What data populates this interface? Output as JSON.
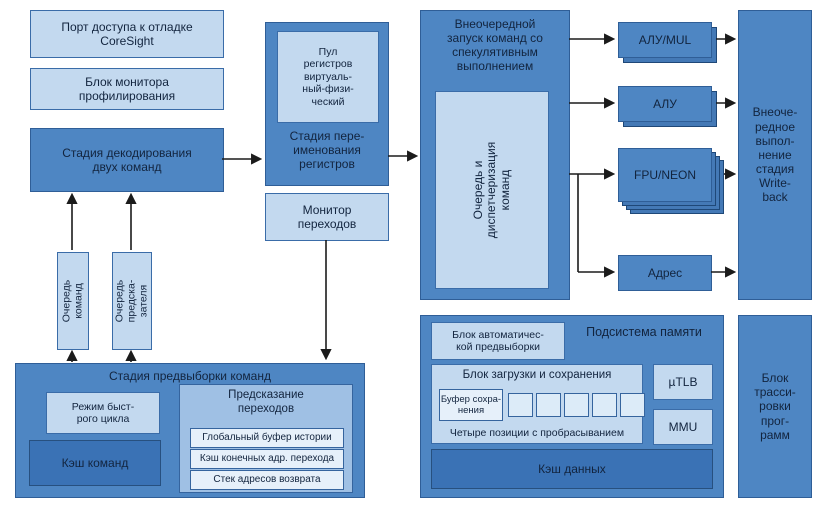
{
  "colors": {
    "box_blue": "#4e86c3",
    "box_light": "#c3d9ef",
    "box_dark": "#3a72b5",
    "panel_blue": "#9fc0e4",
    "row_light": "#e6f0fa",
    "text": "#12243e",
    "arrow": "#1b1b1b",
    "background": "#ffffff"
  },
  "diagram": {
    "debug_port": "Порт доступа к отладке\nCoreSight",
    "profiling_monitor": "Блок монитора\nпрофилирования",
    "decode_stage": "Стадия декодирования\nдвух команд",
    "instruction_queue": "Очередь\nкоманд",
    "predictor_queue": "Очередь\nпредска-\nзателя",
    "register_pool": "Пул\nрегистров\nвиртуаль-\nный-физи-\nческий",
    "rename_stage": "Стадия пере-\nименования\nрегистров",
    "branch_monitor": "Монитор\nпереходов",
    "ooo_issue_title": "Внеочередной\nзапуск команд со\nспекулятивным\nвыполнением",
    "dispatch_queue": "Очередь и\nдиспетчеризация\nкоманд",
    "alu_mul": "АЛУ/MUL",
    "alu": "АЛУ",
    "fpu_neon": "FPU/NEON",
    "address": "Адрес",
    "writeback": "Внеоче-\nредное\nвыпол-\nнение\nстадия\nWrite-\nback",
    "prefetch_title": "Стадия предвыборки команд",
    "fast_loop_mode": "Режим быст-\nрого цикла",
    "instruction_cache": "Кэш команд",
    "branch_prediction_title": "Предсказание\nпереходов",
    "global_history_buffer": "Глобальный буфер истории",
    "branch_target_cache": "Кэш конечных адр. перехода",
    "return_address_stack": "Стек адресов возврата",
    "memory_subsystem_title": "Подсистема памяти",
    "auto_prefetch": "Блок автоматичес-\nкой предвыборки",
    "load_store_title": "Блок загрузки и сохранения",
    "store_buffer": "Буфер сохра-\nнения",
    "forwarding_note": "Четыре позиции с пробрасыванием",
    "utlb": "µTLB",
    "mmu": "MMU",
    "data_cache": "Кэш данных",
    "trace_unit": "Блок\nтрасси-\nровки\nпрог-\nрамм"
  }
}
